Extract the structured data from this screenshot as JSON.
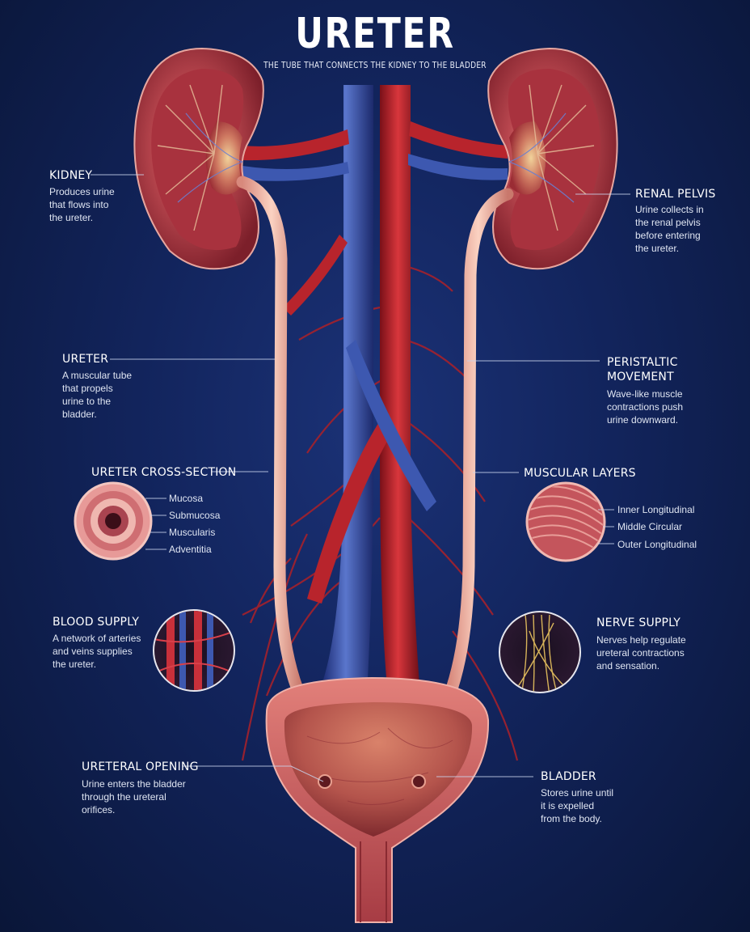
{
  "title": "URETER",
  "subtitle": "THE TUBE THAT CONNECTS THE KIDNEY TO THE BLADDER",
  "labels": {
    "kidney": {
      "title": "KIDNEY",
      "desc": [
        "Produces urine",
        "that flows into",
        "the ureter."
      ]
    },
    "renal_pelvis": {
      "title": "RENAL PELVIS",
      "desc": [
        "Urine collects in",
        "the renal pelvis",
        "before entering",
        "the ureter."
      ]
    },
    "ureter": {
      "title": "URETER",
      "desc": [
        "A muscular tube",
        "that propels",
        "urine to the",
        "bladder."
      ]
    },
    "peristaltic": {
      "title": [
        "PERISTALTIC",
        "MOVEMENT"
      ],
      "desc": [
        "Wave-like muscle",
        "contractions push",
        "urine downward."
      ]
    },
    "cross_section": {
      "title": "URETER CROSS-SECTION",
      "layers": [
        "Mucosa",
        "Submucosa",
        "Muscularis",
        "Adventitia"
      ]
    },
    "muscular_layers": {
      "title": "MUSCULAR LAYERS",
      "layers": [
        "Inner Longitudinal",
        "Middle Circular",
        "Outer Longitudinal"
      ]
    },
    "blood_supply": {
      "title": "BLOOD SUPPLY",
      "desc": [
        "A network of arteries",
        "and veins supplies",
        "the ureter."
      ]
    },
    "nerve_supply": {
      "title": "NERVE SUPPLY",
      "desc": [
        "Nerves help regulate",
        "ureteral contractions",
        "and sensation."
      ]
    },
    "ureteral_opening": {
      "title": "URETERAL OPENING",
      "desc": [
        "Urine enters the bladder",
        "through the ureteral",
        "orifices."
      ]
    },
    "bladder": {
      "title": "BLADDER",
      "desc": [
        "Stores urine until",
        "it is expelled",
        "from the body."
      ]
    }
  },
  "colors": {
    "background": "#12245c",
    "artery": "#b8242c",
    "vein": "#3d58b0",
    "kidney": "#b84a52",
    "ureter": "#f2b7a6",
    "bladder": "#c8605f",
    "nerve": "#d8b45a"
  }
}
